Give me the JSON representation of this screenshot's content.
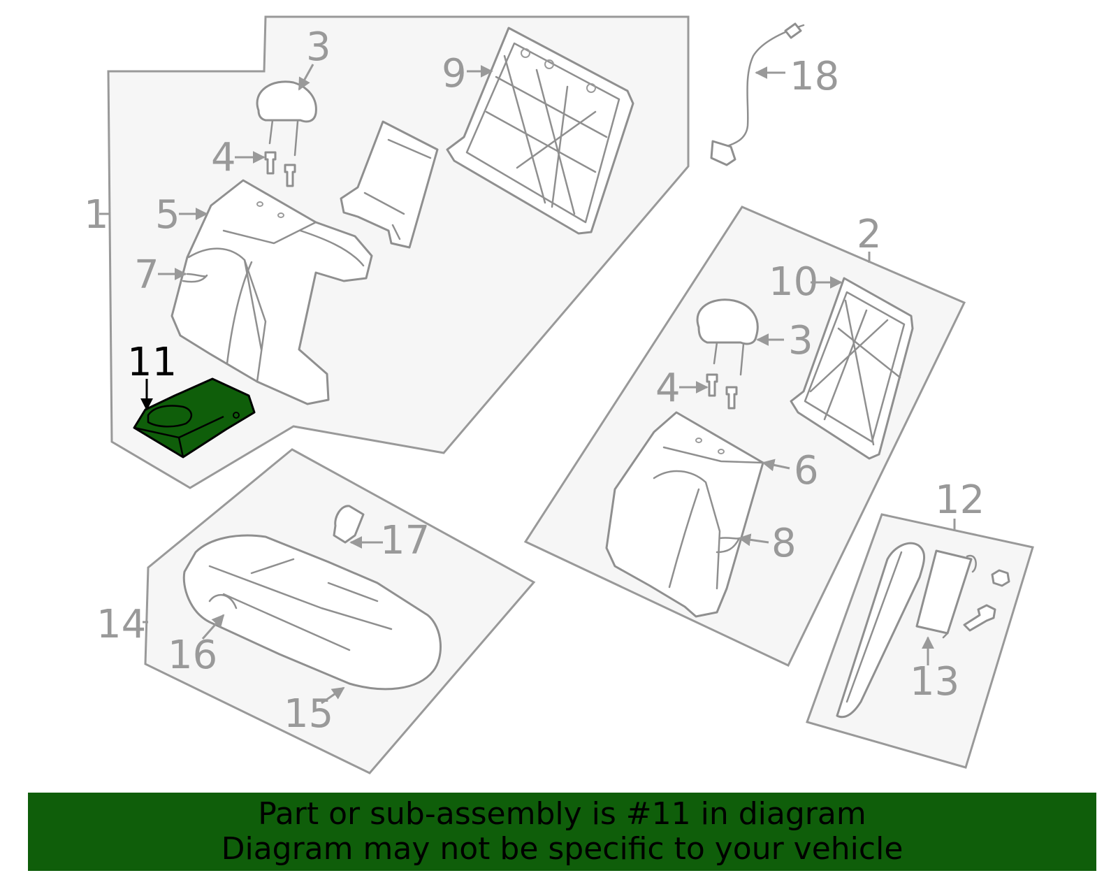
{
  "callouts": {
    "c1": "1",
    "c2": "2",
    "c3a": "3",
    "c3b": "3",
    "c4a": "4",
    "c4b": "4",
    "c5": "5",
    "c6": "6",
    "c7": "7",
    "c8": "8",
    "c9": "9",
    "c10": "10",
    "c11": "11",
    "c12": "12",
    "c13": "13",
    "c14": "14",
    "c15": "15",
    "c16": "16",
    "c17": "17",
    "c18": "18"
  },
  "highlight": {
    "part_number": "11",
    "color": "#0f5e0a"
  },
  "banner": {
    "line1": "Part or sub-assembly is #11 in diagram",
    "line2": "Diagram may not be specific to your vehicle"
  },
  "colors": {
    "outline": "#999999",
    "panel_fill": "#f6f6f6",
    "highlight": "#0f5e0a"
  }
}
